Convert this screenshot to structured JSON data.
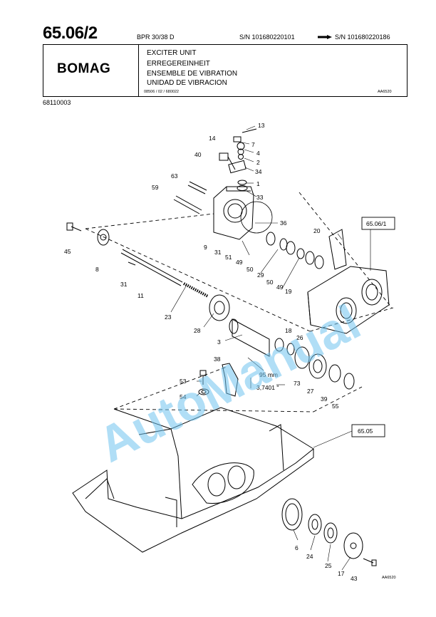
{
  "header": {
    "page_number": "65.06/2",
    "model": "BPR 30/38 D",
    "serial_from": "S/N 101680220101",
    "serial_to": "S/N 101680220186",
    "brand": "BOMAG",
    "titles": [
      "EXCITER UNIT",
      "ERREGEREINHEIT",
      "ENSEMBLE DE VIBRATION",
      "UNIDAD DE VIBRACION"
    ],
    "doc_code": "08506 / 02 / 680022",
    "ref": "AA6520"
  },
  "part_number": "68110003",
  "diagram": {
    "callouts": [
      "13",
      "14",
      "7",
      "4",
      "2",
      "40",
      "34",
      "1",
      "33",
      "63",
      "59",
      "36",
      "9",
      "31",
      "51",
      "49",
      "50",
      "29",
      "50",
      "49",
      "19",
      "20",
      "45",
      "8",
      "31",
      "11",
      "23",
      "28",
      "3",
      "18",
      "26",
      "73",
      "27",
      "39",
      "55",
      "38",
      "53",
      "54",
      "95 mm",
      "3,7401 \"",
      "6",
      "24",
      "25",
      "17",
      "43"
    ],
    "reference_boxes": [
      "65.06/1",
      "65.05"
    ],
    "figure_ref": "AA6520",
    "watermark": "AutoManual"
  }
}
